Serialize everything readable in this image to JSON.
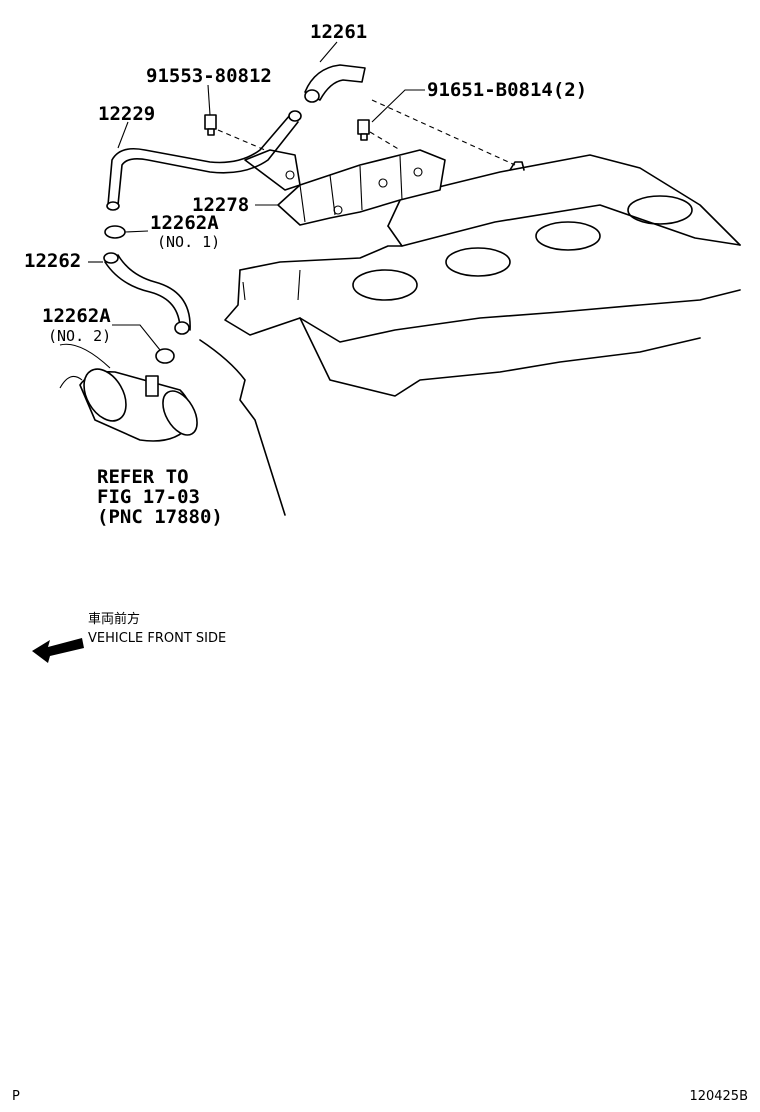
{
  "parts": {
    "p12261": "12261",
    "p91553": "91553-80812",
    "p91651": "91651-B0814(2)",
    "p12229": "12229",
    "p12278": "12278",
    "p12262A_1": "12262A",
    "p12262A_1_note": "(NO. 1)",
    "p12262": "12262",
    "p12262A_2": "12262A",
    "p12262A_2_note": "(NO. 2)"
  },
  "refer": {
    "line1": "REFER TO",
    "line2": "FIG 17-03",
    "line3": "(PNC 17880)"
  },
  "direction": {
    "jp": "車両前方",
    "en": "VEHICLE FRONT SIDE"
  },
  "footer": {
    "left": "P",
    "right": "120425B"
  }
}
